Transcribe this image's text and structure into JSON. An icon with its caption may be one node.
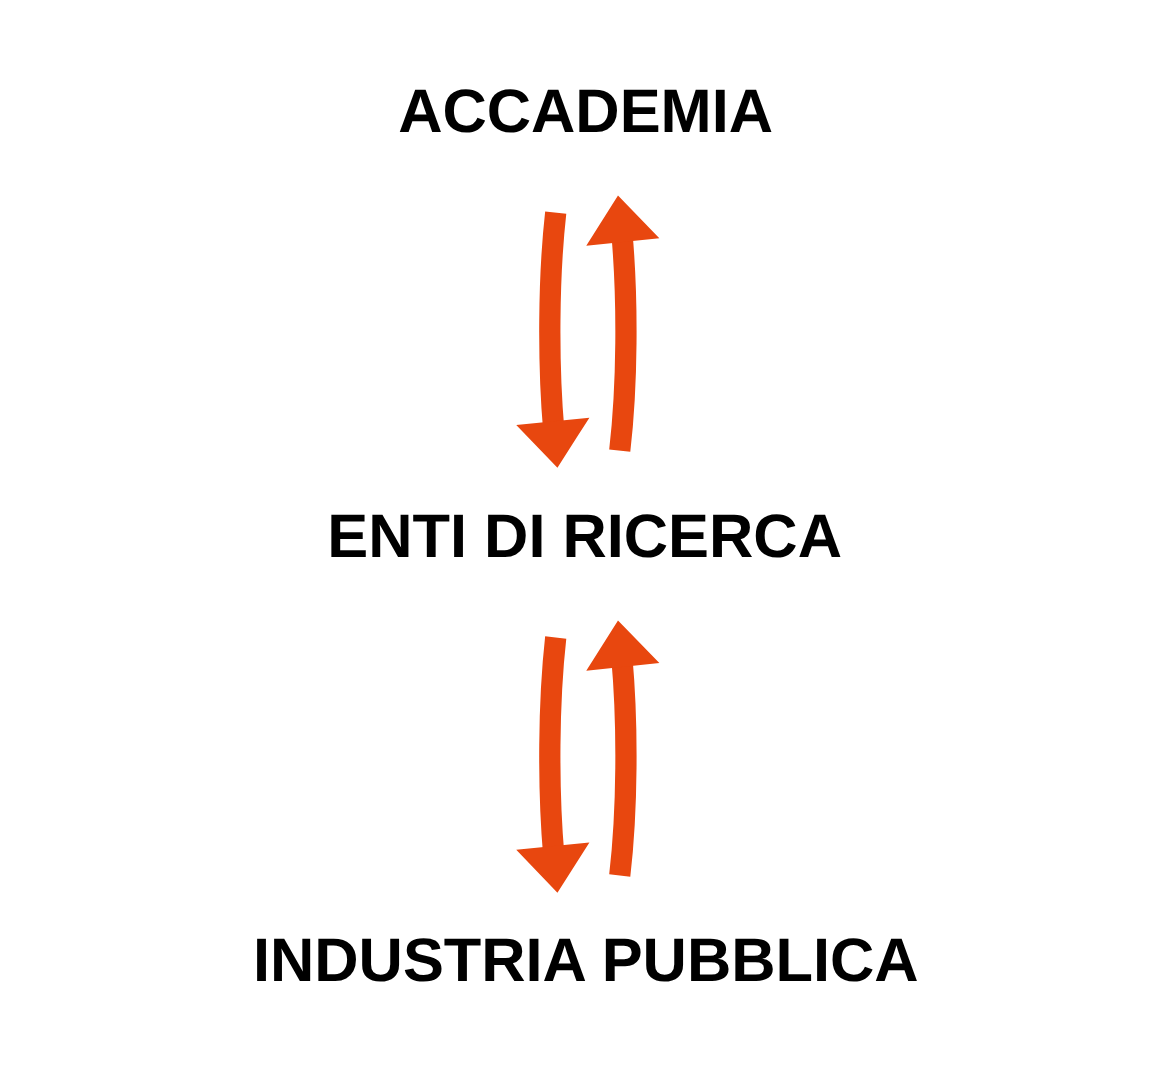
{
  "diagram": {
    "nodes": [
      {
        "text": [
          "ACCADEMIA"
        ]
      },
      {
        "text": [
          "ENTI DI RICERCA"
        ]
      },
      {
        "text": [
          "INDUSTRIA PUBBLICA"
        ]
      }
    ],
    "edges": [
      {
        "from": 1,
        "to": 0,
        "arrow": "to"
      },
      {
        "from": 0,
        "to": 1,
        "arrow": "to"
      },
      {
        "from": 2,
        "to": 1,
        "arrow": "to"
      },
      {
        "from": 1,
        "to": 2,
        "arrow": "to"
      }
    ]
  }
}
